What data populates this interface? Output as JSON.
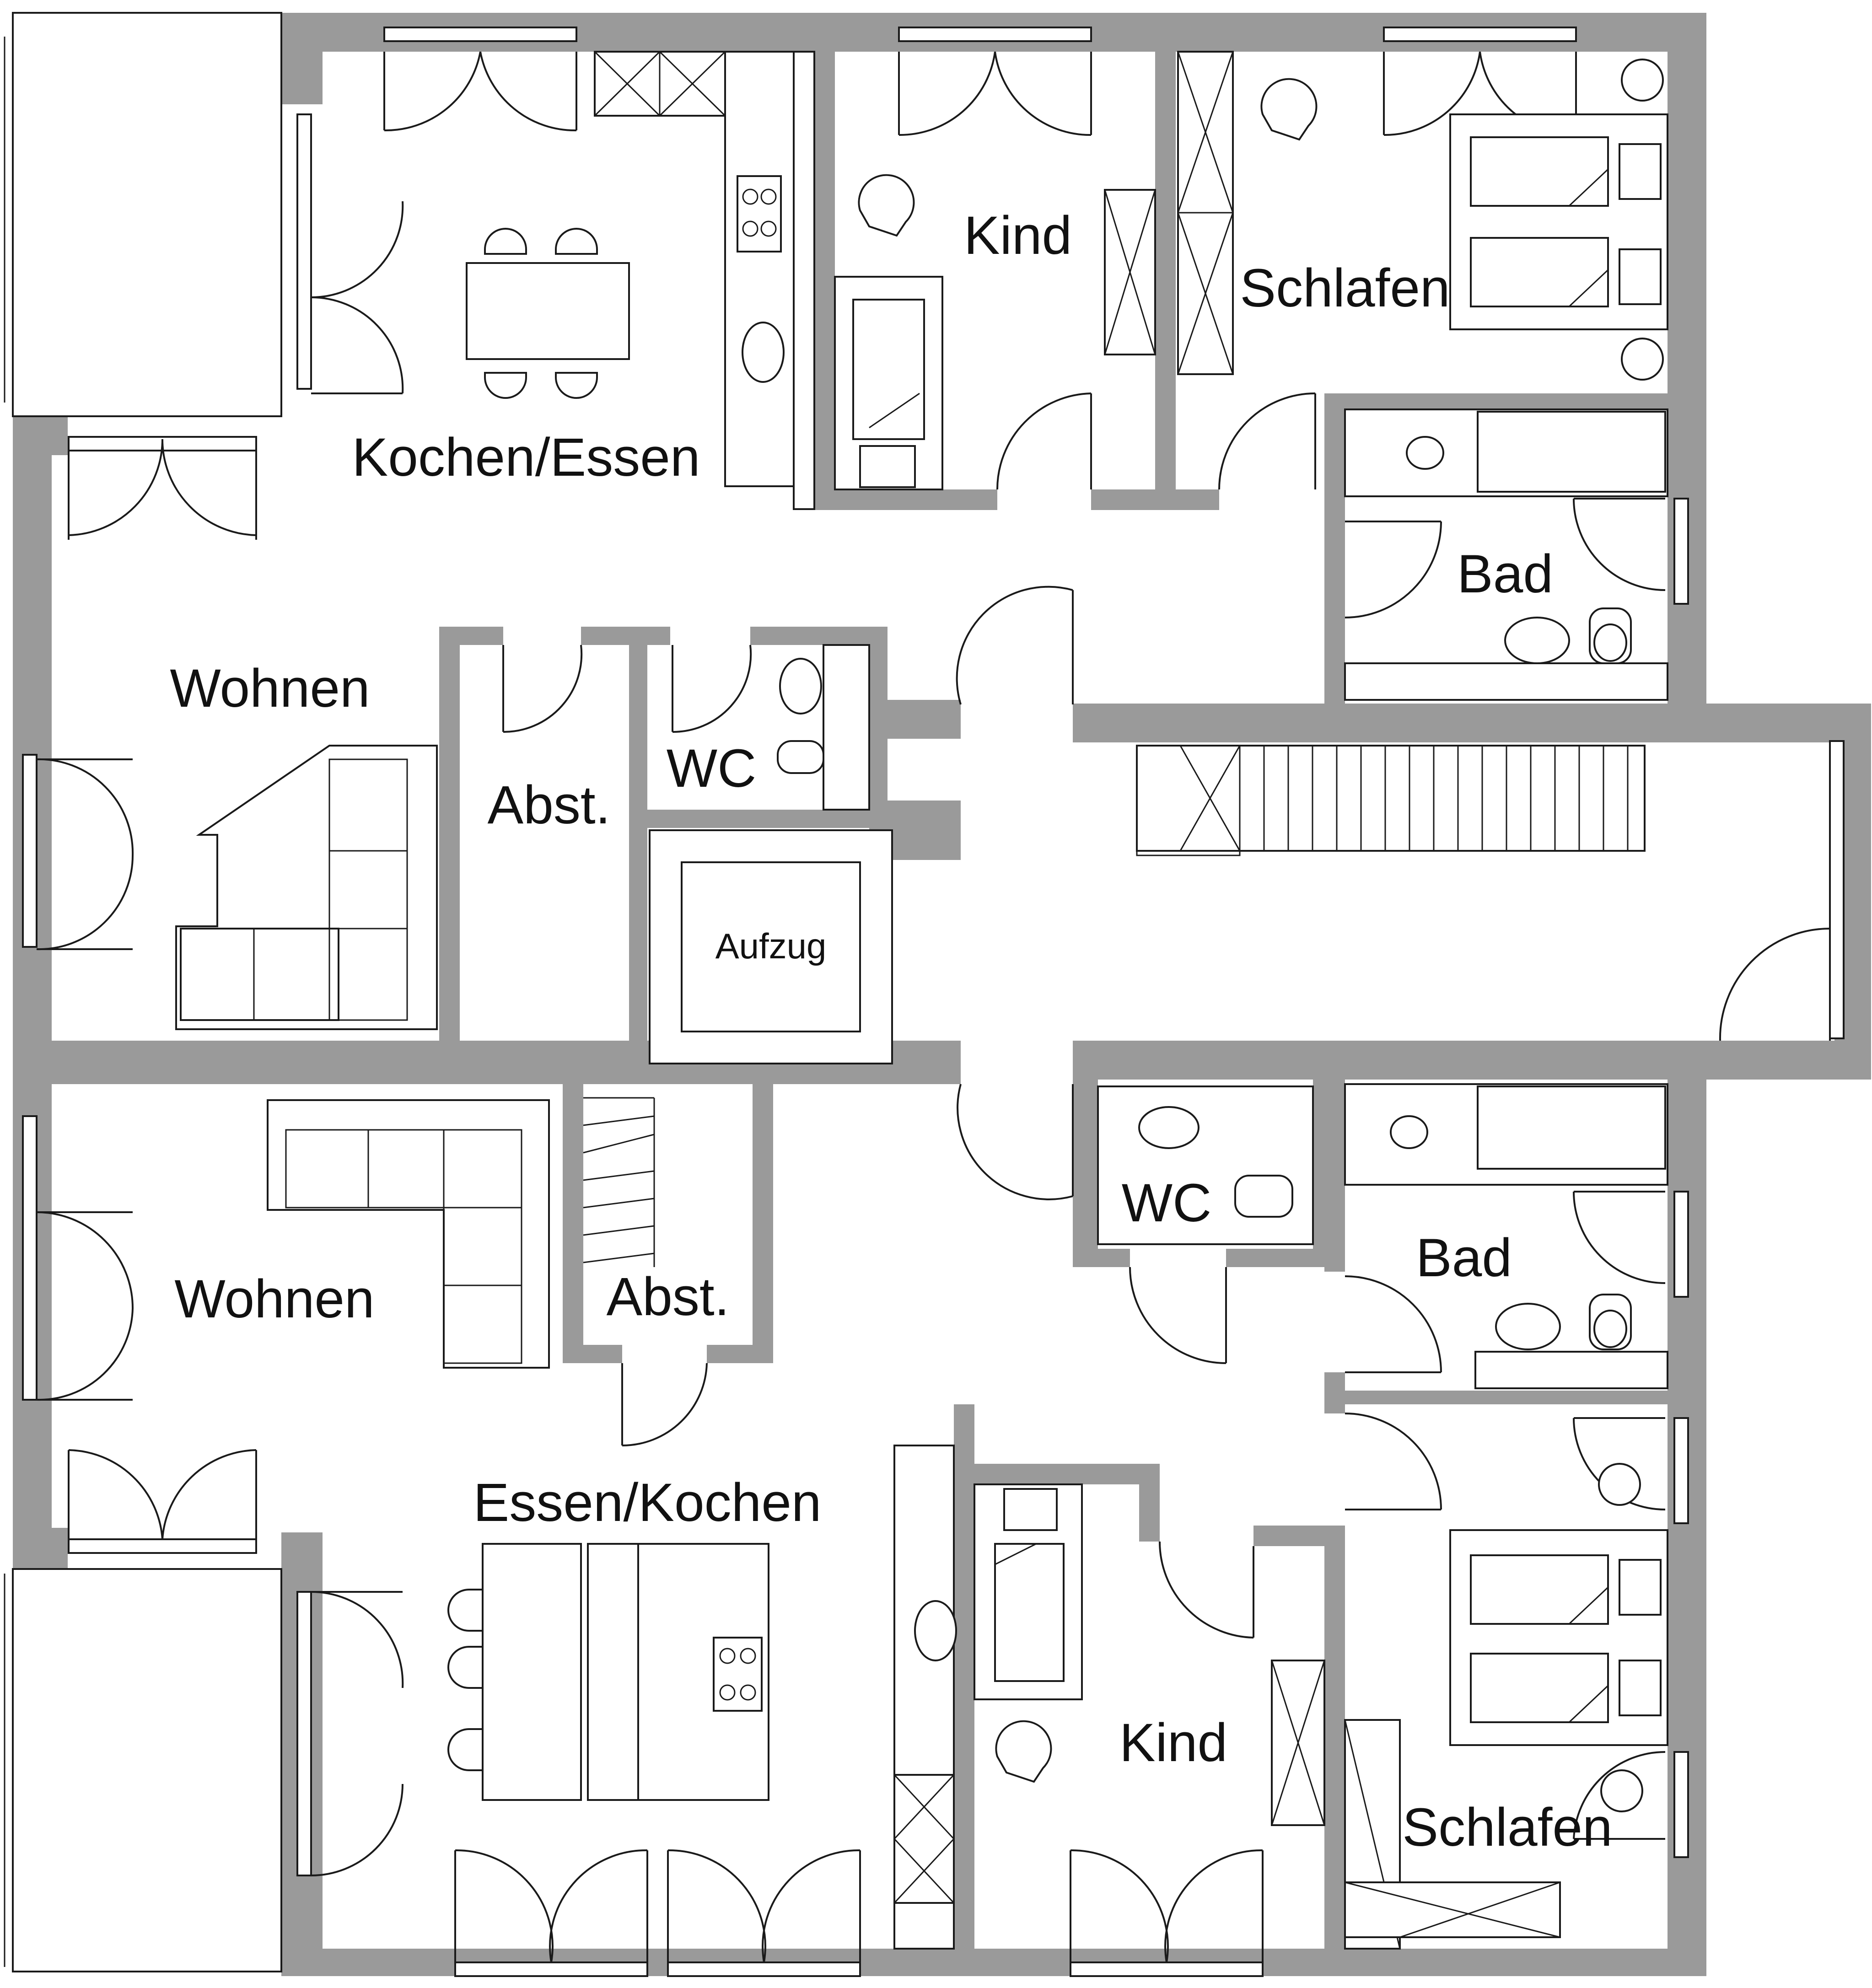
{
  "rooms": {
    "kochen_essen": "Kochen/Essen",
    "kind_top": "Kind",
    "schlafen_top": "Schlafen",
    "bad_top": "Bad",
    "wohnen_top": "Wohnen",
    "abst_top": "Abst.",
    "wc_top": "WC",
    "aufzug": "Aufzug",
    "wohnen_bottom": "Wohnen",
    "abst_bottom": "Abst.",
    "wc_bottom": "WC",
    "bad_bottom": "Bad",
    "essen_kochen": "Essen/Kochen",
    "kind_bottom": "Kind",
    "schlafen_bottom": "Schlafen"
  }
}
